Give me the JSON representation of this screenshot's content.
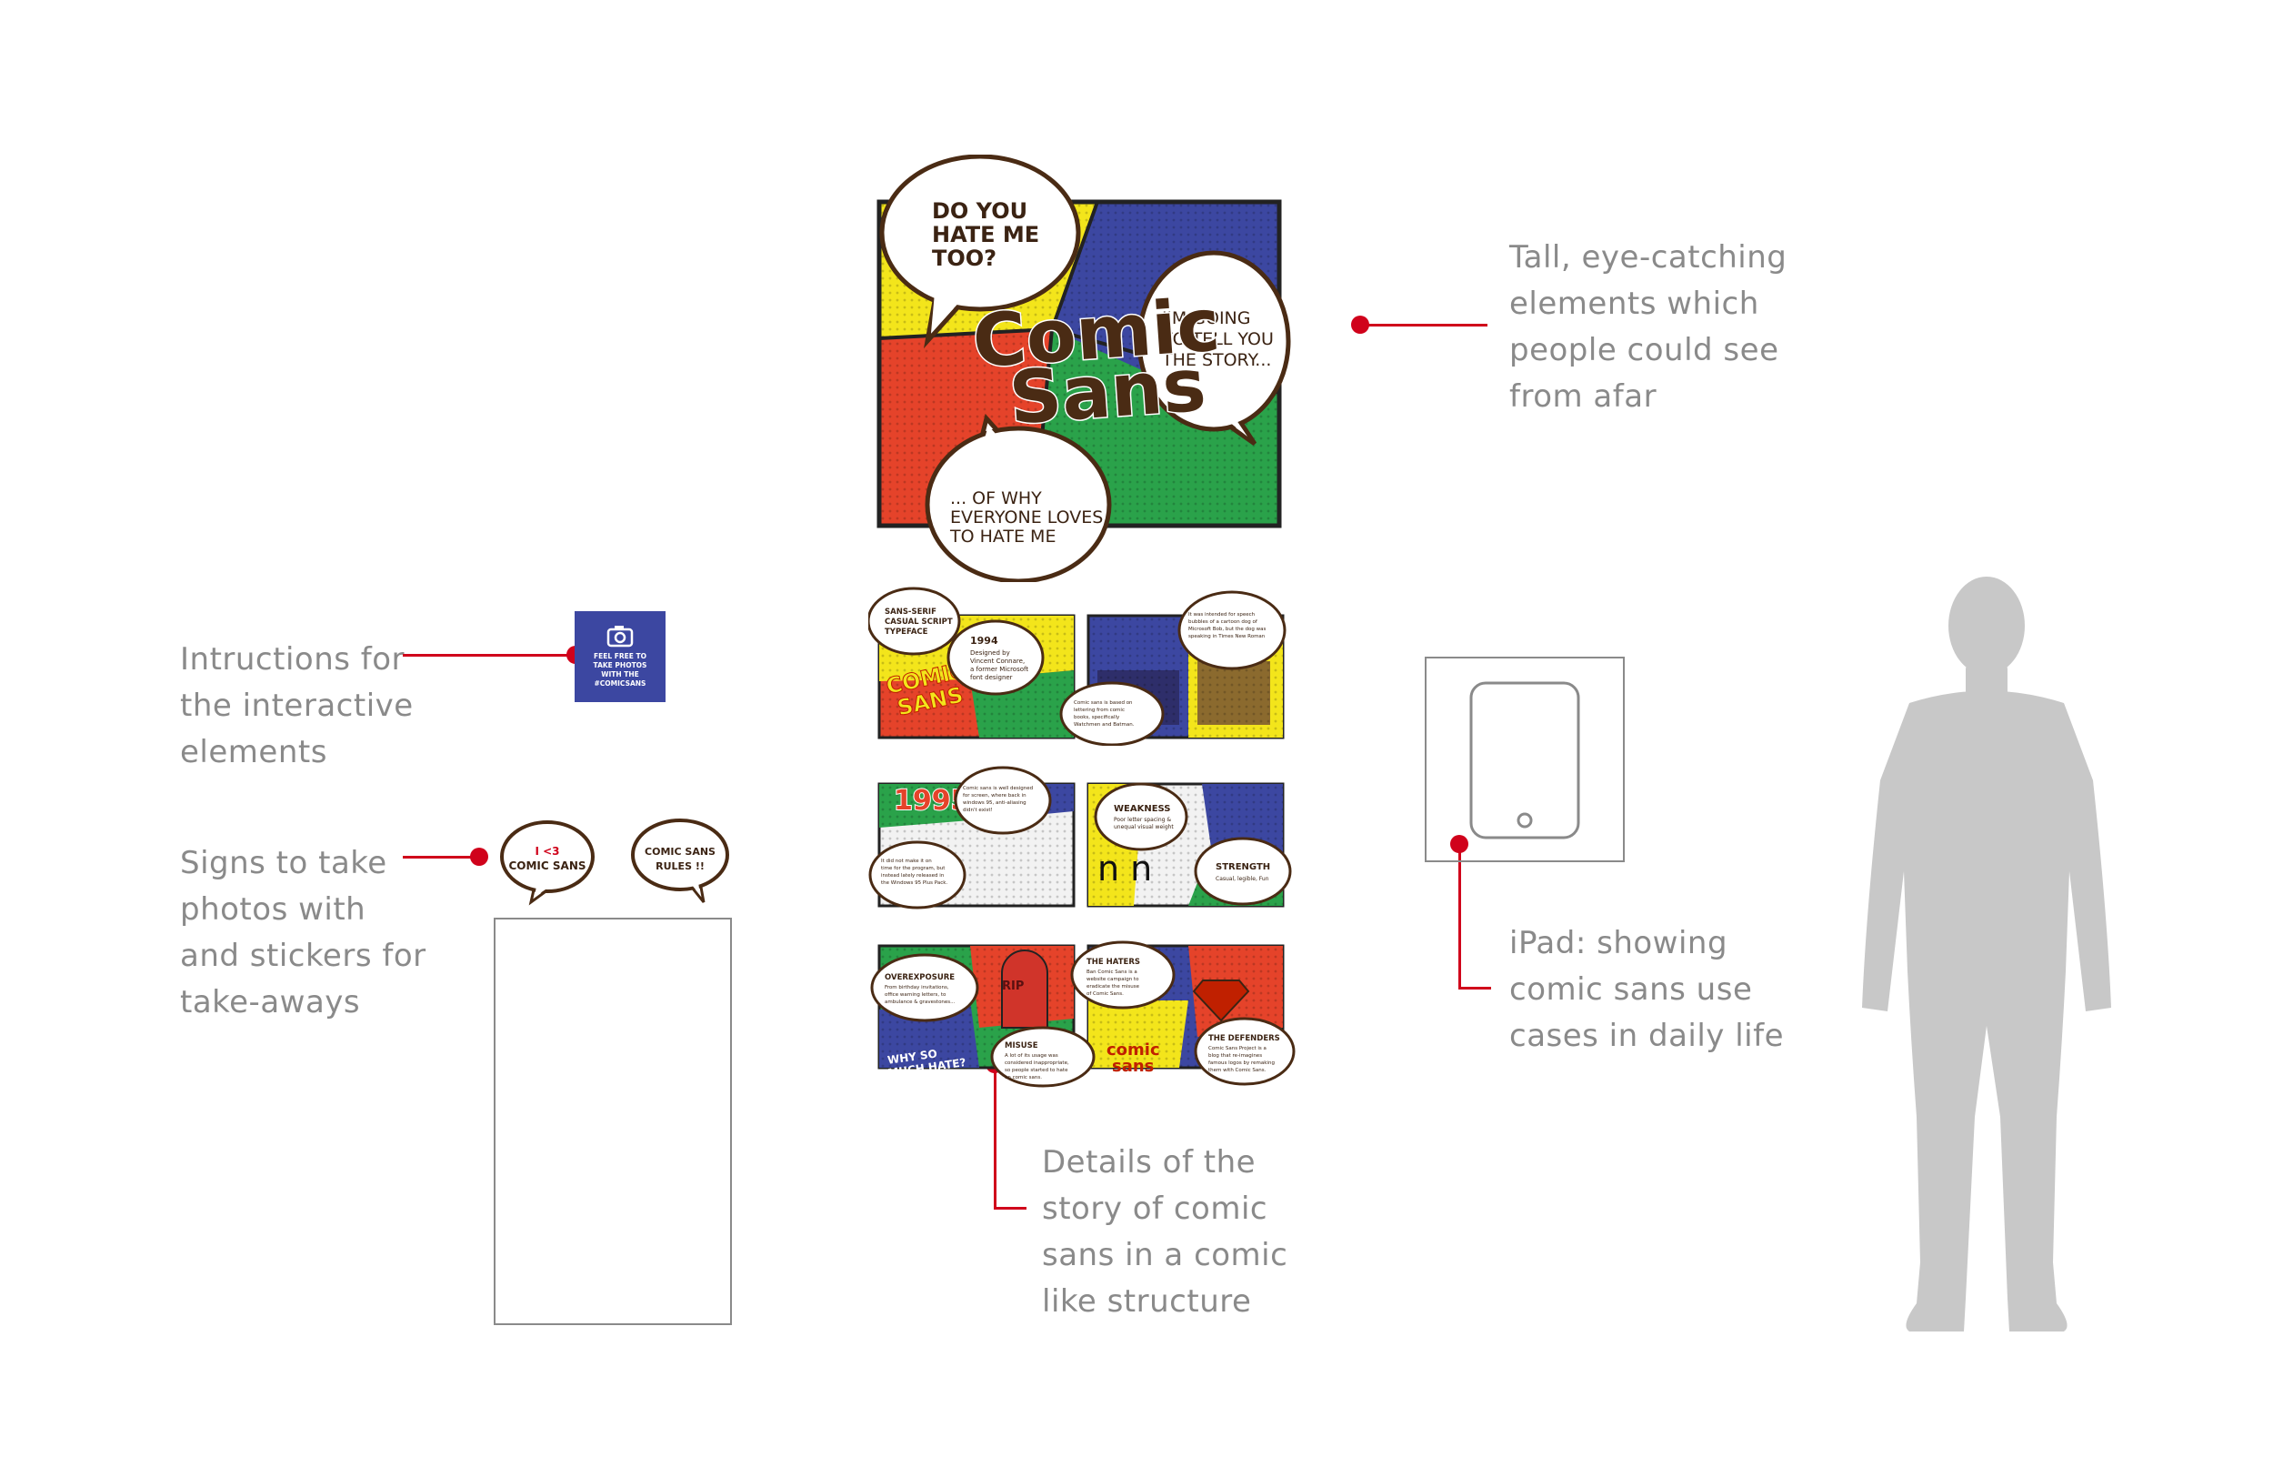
{
  "annotations": {
    "tall": [
      "Tall, eye-catching",
      "elements which",
      "people could see",
      "from afar"
    ],
    "instructions": [
      "Intructions for",
      "the interactive",
      "elements"
    ],
    "signs": [
      "Signs to take",
      "photos with",
      "and stickers for",
      "take-aways"
    ],
    "ipad": [
      "iPad: showing",
      "comic sans use",
      "cases in daily life"
    ],
    "details": [
      "Details of the",
      "story of comic",
      "sans in a comic",
      "like structure"
    ]
  },
  "main_poster": {
    "title_line1": "Comic",
    "title_line2": "Sans",
    "bubble_top": [
      "DO YOU",
      "HATE ME",
      "TOO?"
    ],
    "bubble_right": [
      "I'M GOING",
      "TO TELL YOU",
      "THE STORY..."
    ],
    "bubble_bottom": [
      "... OF WHY",
      "EVERYONE LOVES",
      "TO HATE ME"
    ]
  },
  "strip1": {
    "bubble_a": [
      "SANS-SERIF",
      "CASUAL SCRIPT",
      "TYPEFACE"
    ],
    "bubble_b_title": "1994",
    "bubble_b": [
      "Designed by",
      "Vincent Connare,",
      "a former Microsoft",
      "font designer"
    ],
    "logo": [
      "COMIC",
      "SANS"
    ],
    "bubble_c": [
      "It was intended for speech",
      "bubbles of a cartoon dog of",
      "Microsoft Bob, but the dog was",
      "speaking in Times New Roman"
    ],
    "bubble_d": [
      "Comic sans is based on",
      "lettering from comic",
      "books, specifically",
      "Watchmen and Batman."
    ]
  },
  "strip2": {
    "year": "1995",
    "bubble_a": [
      "Comic sans is well designed",
      "for screen, where back in",
      "windows 95, anti-aliasing",
      "didn't exist!"
    ],
    "bubble_b": [
      "It did not make it on",
      "time for the program, but",
      "instead lately released in",
      "the Windows 95 Plus Pack."
    ],
    "weakness_title": "WEAKNESS",
    "weakness": [
      "Poor letter spacing &",
      "unequal visual weight"
    ],
    "letters": "n n",
    "strength_title": "STRENGTH",
    "strength": "Casual, legible, Fun"
  },
  "strip3": {
    "overexposure_title": "OVEREXPOSURE",
    "overexposure": [
      "From birthday invitations,",
      "office warning letters, to",
      "ambulance & gravestones..."
    ],
    "rip": "RIP",
    "haters_title": "THE HATERS",
    "haters": [
      "Ban Comic Sans is a",
      "website campaign to",
      "eradicate the misuse",
      "of Comic Sans."
    ],
    "why": [
      "WHY SO",
      "MUCH HATE?"
    ],
    "misuse_title": "MISUSE",
    "misuse": [
      "A lot of its usage was",
      "considered inappropriate,",
      "so people started to hate",
      "on comic sans."
    ],
    "logo": [
      "comic",
      "sans"
    ],
    "defenders_title": "THE DEFENDERS",
    "defenders": [
      "Comic Sans Project is a",
      "blog that re-imagines",
      "famous logos by remaking",
      "them with Comic Sans."
    ]
  },
  "instruction_card": [
    "FEEL FREE TO",
    "TAKE PHOTOS",
    "WITH THE",
    "#COMICSANS"
  ],
  "signs": {
    "left": [
      "I <3",
      "COMIC SANS"
    ],
    "right": [
      "COMIC SANS",
      "RULES !!"
    ]
  },
  "colors": {
    "accent": "#d0021b",
    "comic_yellow": "#f3e51b",
    "comic_blue": "#3c47a1",
    "comic_red": "#e5432a",
    "comic_green": "#2aa24a",
    "comic_brown": "#4a2b14",
    "silhouette": "#c8c8c8",
    "text_gray": "#8a8a8a"
  }
}
